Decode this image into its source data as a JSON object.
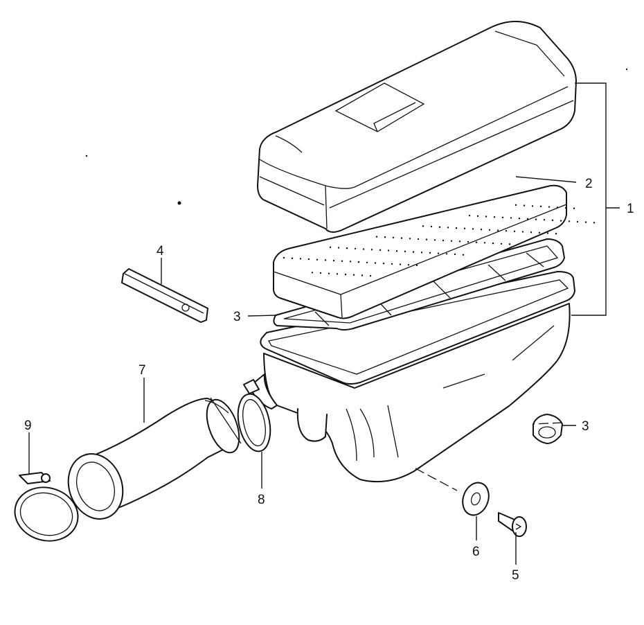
{
  "callouts": {
    "c1": "1",
    "c2": "2",
    "c3a": "3",
    "c3b": "3",
    "c4": "4",
    "c5": "5",
    "c6": "6",
    "c7": "7",
    "c8": "8",
    "c9": "9"
  }
}
